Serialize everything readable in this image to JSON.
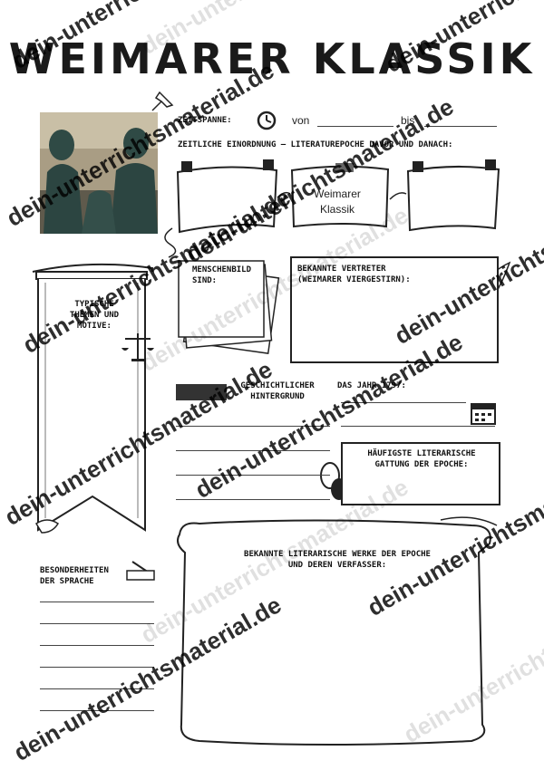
{
  "title": "WEIMARER KLASSIK",
  "zeitspanne": {
    "label": "ZEITSPANNE:",
    "von": "von",
    "bis": "bis"
  },
  "einordnung": {
    "label": "ZEITLICHE EINORDNUNG – LITERATUREPOCHE DAVOR UND DANACH:",
    "middle": "Weimarer Klassik"
  },
  "themen": {
    "label": "TYPISCHE THEMEN UND MOTIVE:"
  },
  "menschenbild": {
    "label": "MENSCHENBILD SIND:"
  },
  "vertreter": {
    "label": "BEKANNTE VERTRETER (WEIMARER VIERGESTIRN):"
  },
  "geschichte": {
    "label": "GESCHICHTLICHER HINTERGRUND"
  },
  "jahr": {
    "label": "DAS JAHR 1797:"
  },
  "gattung": {
    "label": "HÄUFIGSTE LITERARISCHE GATTUNG DER EPOCHE:"
  },
  "sprache": {
    "label": "BESONDERHEITEN DER SPRACHE"
  },
  "werke": {
    "label": "BEKANNTE LITERARISCHE WERKE DER EPOCHE UND DEREN VERFASSER:"
  },
  "watermark": {
    "domain": "dein-unterrichtsmaterial.de"
  }
}
